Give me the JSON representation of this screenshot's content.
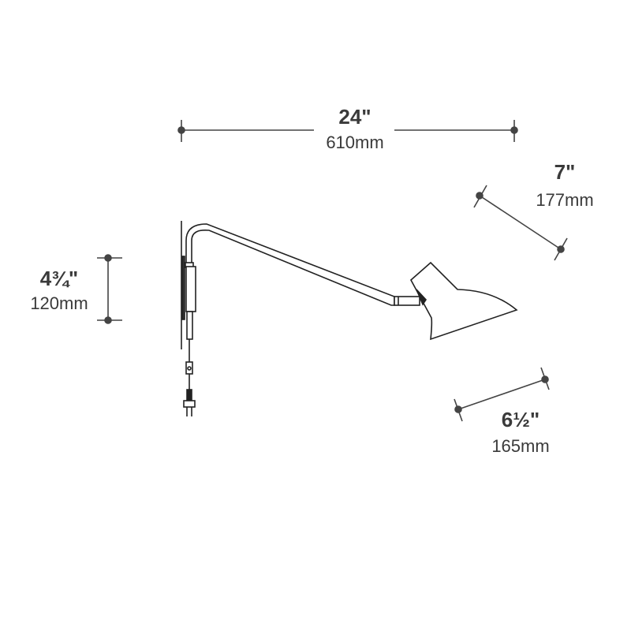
{
  "dimensions": {
    "width": {
      "inches": "24\"",
      "mm": "610mm"
    },
    "shade_height": {
      "inches": "7\"",
      "mm": "177mm"
    },
    "shade_diameter": {
      "inches": "6½\"",
      "mm": "165mm"
    },
    "backplate_height": {
      "inches": "4¾\"",
      "mm": "120mm"
    }
  },
  "colors": {
    "line": "#222222",
    "dim": "#444444",
    "text": "#3a3a3a"
  }
}
